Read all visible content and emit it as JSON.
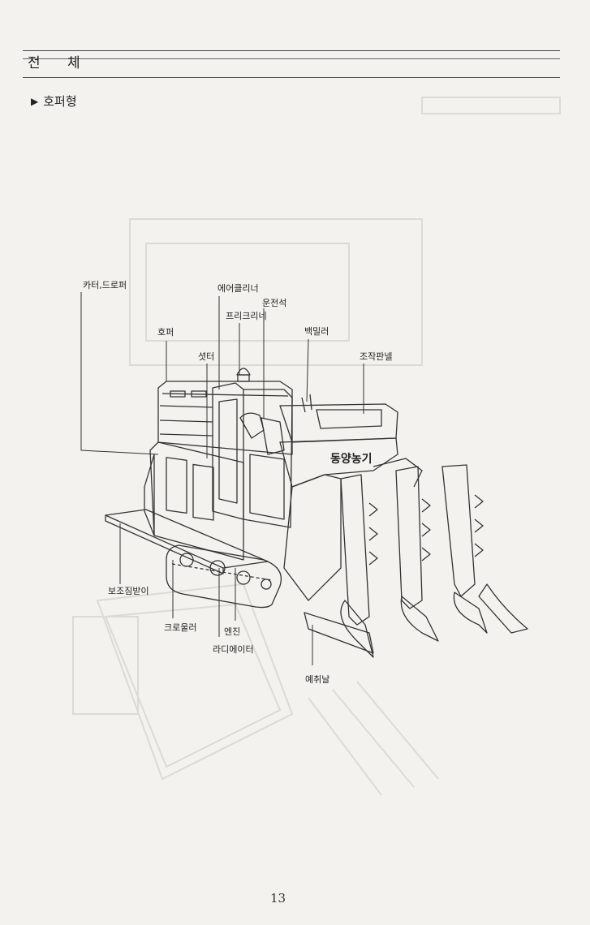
{
  "header": {
    "section_title": "전 체",
    "subtitle": "호퍼형"
  },
  "figure": {
    "machine_brand": "동양농기",
    "labels": {
      "cutter_dropper": "카터,드로퍼",
      "air_cleaner": "에어클리너",
      "driver_seat": "운전석",
      "precleaner": "프리크리네",
      "hopper": "호퍼",
      "back_mirror": "백밀러",
      "shutter": "셧터",
      "control_panel": "조작판넬",
      "aux_bag_tray": "보조짐받이",
      "crawler": "크로울러",
      "engine": "엔진",
      "radiator": "라디에이터",
      "reaper_blade": "예취날"
    }
  },
  "footer": {
    "page_number": "13"
  }
}
